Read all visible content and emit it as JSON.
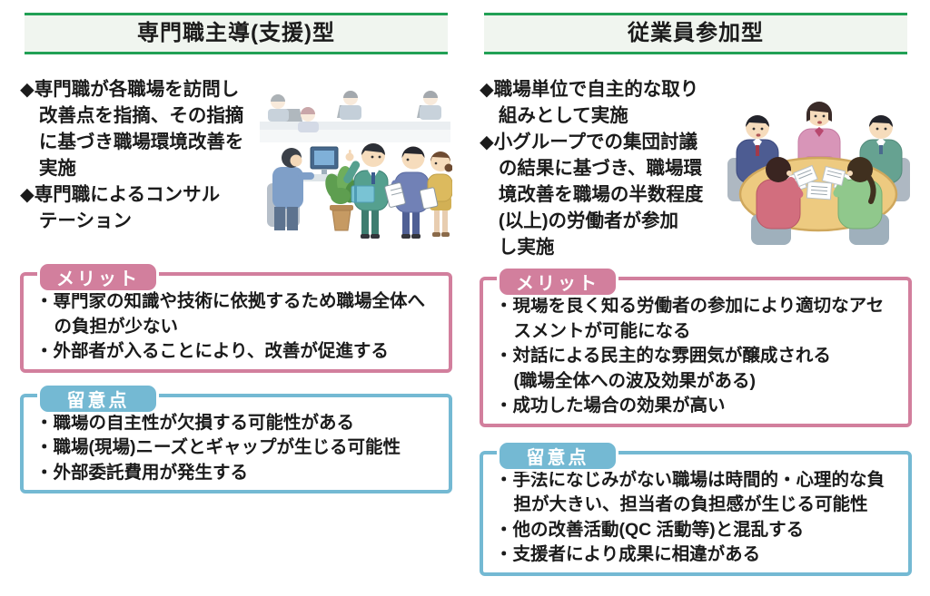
{
  "colors": {
    "green": "#21a055",
    "title_bg": "#f0f5ef",
    "pink": "#d27f9d",
    "blue": "#74b9d3",
    "text": "#1b1b1b"
  },
  "columns": [
    {
      "title": "専門職主導(支援)型",
      "bullets": [
        "◆専門職が各職場を訪問し\n改善点を指摘、その指摘\nに基づき職場環境改善を\n実施",
        "◆専門職によるコンサル\nテーション"
      ],
      "illustration": "office-visit-scene",
      "merit": {
        "label": "メリット",
        "items": [
          "・専門家の知識や技術に依拠するため職場全体へ\nの負担が少ない",
          "・外部者が入ることにより、改善が促進する"
        ]
      },
      "note": {
        "label": "留意点",
        "items": [
          "・職場の自主性が欠損する可能性がある",
          "・職場(現場)ニーズとギャップが生じる可能性",
          "・外部委託費用が発生する"
        ]
      }
    },
    {
      "title": "従業員参加型",
      "bullets": [
        "◆職場単位で自主的な取り\n組みとして実施",
        "◆小グループでの集団討議\nの結果に基づき、職場環\n境改善を職場の半数程度\n(以上)の労働者が参加\nし実施"
      ],
      "illustration": "group-discussion-scene",
      "merit": {
        "label": "メリット",
        "items": [
          "・現場を良く知る労働者の参加により適切なアセ\nスメントが可能になる",
          "・対話による民主的な雰囲気が醸成される\n(職場全体への波及効果がある)",
          "・成功した場合の効果が高い"
        ]
      },
      "note": {
        "label": "留意点",
        "items": [
          "・手法になじみがない職場は時間的・心理的な負\n担が大きい、担当者の負担感が生じる可能性",
          "・他の改善活動(QC 活動等)と混乱する",
          "・支援者により成果に相違がある"
        ]
      }
    }
  ]
}
